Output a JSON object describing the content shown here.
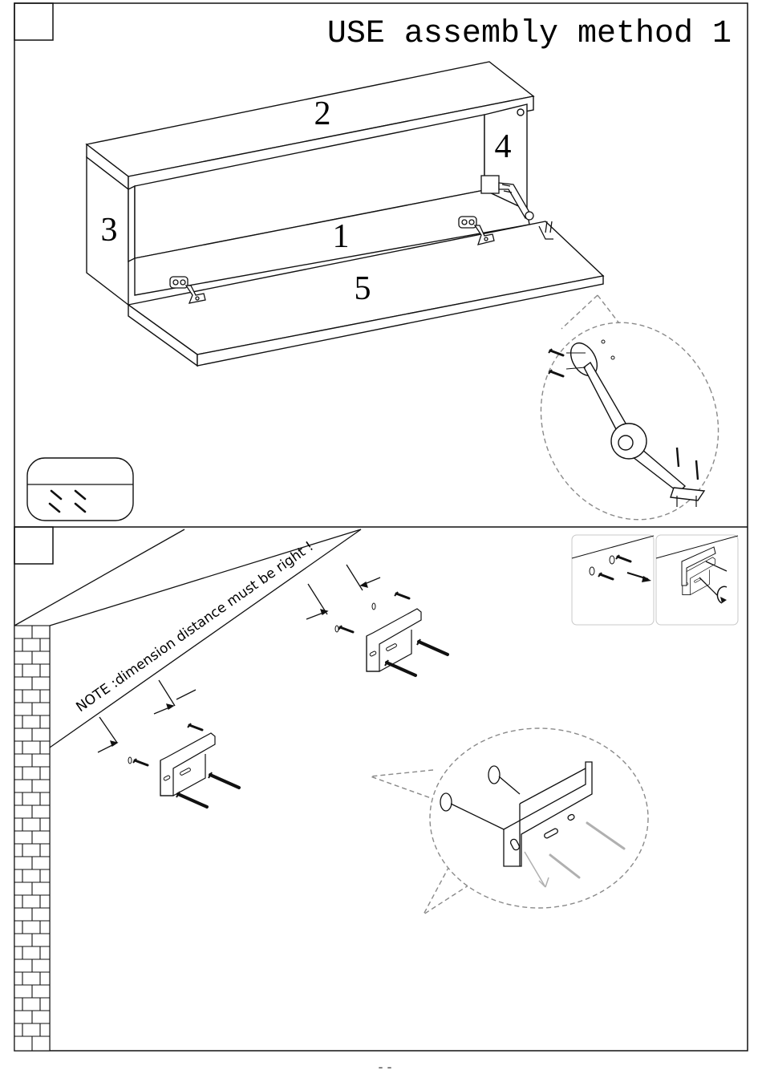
{
  "page": {
    "title": "USE assembly method 1",
    "footer": "- -"
  },
  "step1": {
    "parts": [
      {
        "label": "1",
        "name": "bottom-panel"
      },
      {
        "label": "2",
        "name": "top-panel"
      },
      {
        "label": "3",
        "name": "left-side-panel"
      },
      {
        "label": "4",
        "name": "right-side-panel"
      },
      {
        "label": "5",
        "name": "flap-door"
      }
    ],
    "icons": [
      "hinge-icon",
      "lid-stay-icon",
      "screw-icon",
      "magnifier-callout"
    ]
  },
  "step2": {
    "note": "NOTE :dimension distance must be right !",
    "icons": [
      "wall-icon",
      "wall-bracket-icon",
      "screw-icon",
      "dowel-icon",
      "rotate-arrow-icon"
    ]
  },
  "colors": {
    "line": "#111111",
    "dashed": "#8a8a8a",
    "panel": "#ffffff",
    "inset_border": "#c8c8c8"
  }
}
